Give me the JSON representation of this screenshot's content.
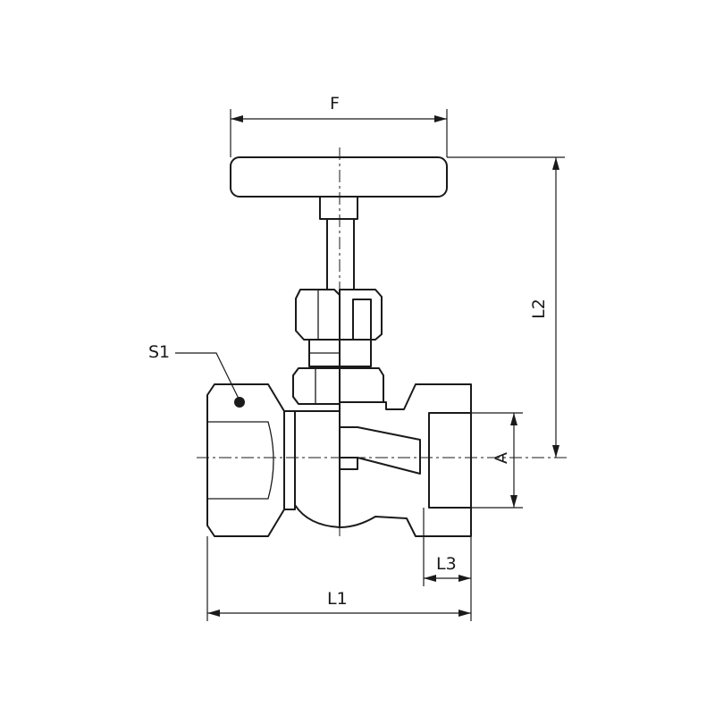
{
  "dimensions": {
    "F": "F",
    "L2": "L2",
    "S1": "S1",
    "A": "A",
    "L3": "L3",
    "L1": "L1"
  },
  "colors": {
    "line": "#1a1a1a",
    "background": "#ffffff"
  }
}
